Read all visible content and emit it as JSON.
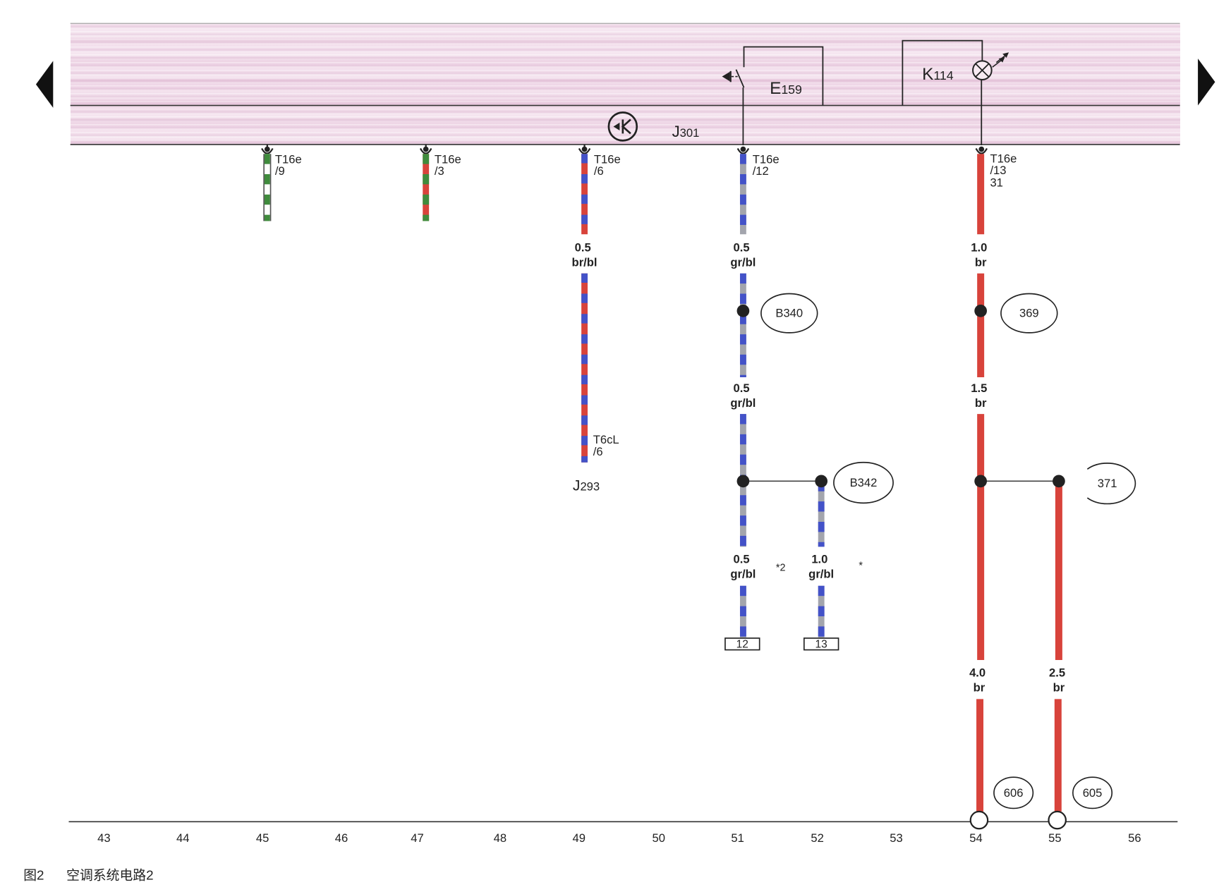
{
  "diagram": {
    "markers": {
      "left": "triangle-left-icon",
      "right": "triangle-right-icon"
    },
    "icons": {
      "switch": "pushbutton-switch-icon",
      "lamp": "warning-lamp-icon",
      "control_unit": "control-unit-icon",
      "connector": "connector-pin-icon"
    },
    "e159": {
      "letter": "E",
      "number": "159"
    },
    "k114": {
      "letter": "K",
      "number": "114"
    },
    "j301": {
      "letter": "J",
      "number": "301"
    },
    "j293": {
      "letter": "J",
      "number": "293"
    },
    "connectors": [
      {
        "name": "T16e",
        "pin": "/9"
      },
      {
        "name": "T16e",
        "pin": "/3"
      },
      {
        "name": "T16e",
        "pin": "/6"
      },
      {
        "name": "T16e",
        "pin": "/12"
      },
      {
        "name": "T16e",
        "pin": "/13",
        "terminal": "31"
      }
    ],
    "t6cl": {
      "name": "T6cL",
      "pin": "/6"
    },
    "wire_labels": [
      {
        "size": "0.5",
        "color": "br/bl"
      },
      {
        "size": "0.5",
        "color": "gr/bl"
      },
      {
        "size": "1.0",
        "color": "br"
      },
      {
        "size": "0.5",
        "color": "gr/bl"
      },
      {
        "size": "1.5",
        "color": "br"
      },
      {
        "size": "0.5",
        "color": "gr/bl"
      },
      {
        "size": "1.0",
        "color": "gr/bl"
      },
      {
        "size": "4.0",
        "color": "br"
      },
      {
        "size": "2.5",
        "color": "br"
      }
    ],
    "notes": {
      "left": "*2",
      "right": "*"
    },
    "nodes": {
      "b340": "B340",
      "n369": "369",
      "b342": "B342",
      "n371": "371",
      "n606": "606",
      "n605": "605"
    },
    "terminals": {
      "t12": "12",
      "t13": "13"
    },
    "columns": [
      "43",
      "44",
      "45",
      "46",
      "47",
      "48",
      "49",
      "50",
      "51",
      "52",
      "53",
      "54",
      "55",
      "56"
    ],
    "colors": {
      "wire_brown": "#d8433b",
      "wire_blue": "#4352c8",
      "wire_grey": "#a3a5ad",
      "wire_green": "#3f8b3c",
      "wire_white": "#ffffff",
      "band": "#f1dbea",
      "line": "#222222"
    }
  },
  "caption": {
    "figure": "图2",
    "title": "空调系统电路2"
  }
}
